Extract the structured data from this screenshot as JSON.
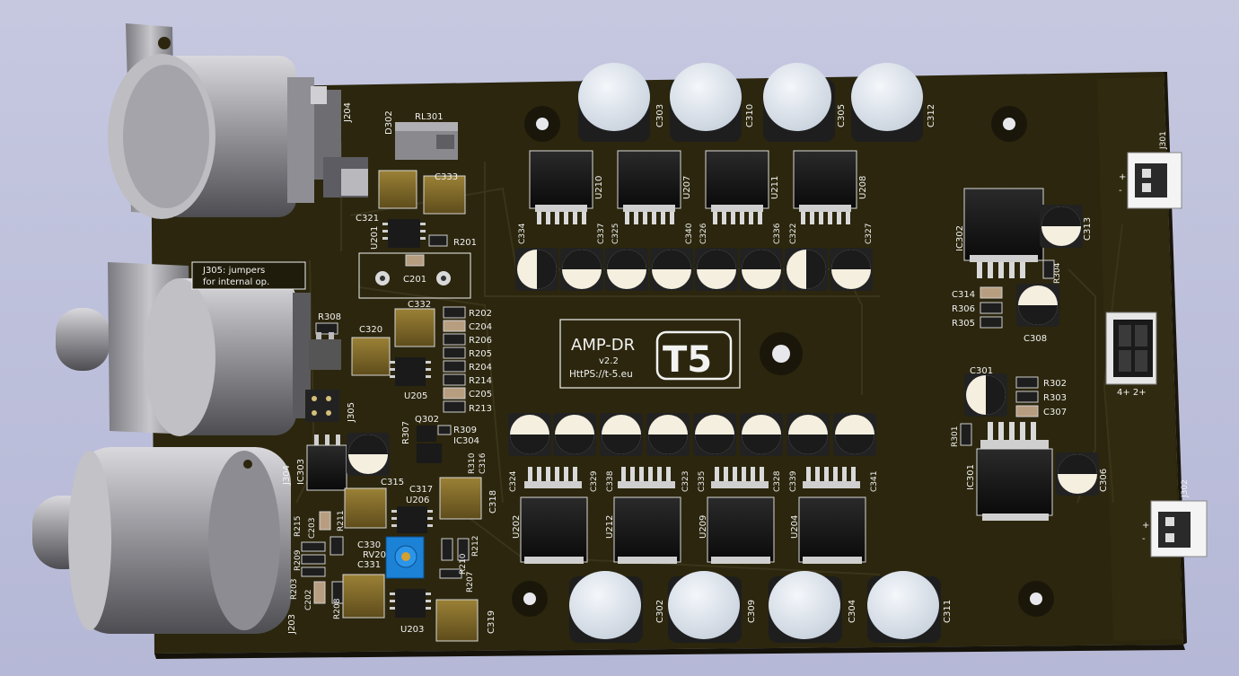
{
  "board": {
    "name": "AMP-DR",
    "version": "v2.2",
    "url": "HttPS://t-5.eu",
    "logo": "T5",
    "note_line1": "J305: jumpers",
    "note_line2": "for internal op.",
    "pin_legend": "4+ 2+",
    "conn_top_label": "J301",
    "conn_bottom_label": "J302"
  },
  "designators": {
    "big_caps_top": [
      "C303",
      "C310",
      "C305",
      "C312"
    ],
    "big_caps_bottom": [
      "C302",
      "C309",
      "C304",
      "C311"
    ],
    "ics_top": [
      "U210",
      "U207",
      "U211",
      "U208"
    ],
    "ics_bottom": [
      "U202",
      "U212",
      "U209",
      "U204"
    ],
    "caps_top_row": [
      "C334",
      "C337",
      "C325",
      "C340",
      "C326",
      "C336",
      "C322",
      "C327"
    ],
    "caps_bottom_row": [
      "C324",
      "C329",
      "C338",
      "C323",
      "C335",
      "C328",
      "C339",
      "C341"
    ],
    "resistor_stack": [
      "R202",
      "C204",
      "R206",
      "R205",
      "R204",
      "R214",
      "C205",
      "R213"
    ],
    "misc": {
      "j204": "J204",
      "d302": "D302",
      "rl301": "RL301",
      "c333": "C333",
      "c321": "C321",
      "u201": "U201",
      "r201": "R201",
      "c201": "C201",
      "r308": "R308",
      "c320": "C320",
      "c332": "C332",
      "u205": "U205",
      "j305": "J305",
      "q302": "Q302",
      "r307": "R307",
      "r309": "R309",
      "ic304": "IC304",
      "r310": "R310",
      "c316": "C316",
      "c317": "C317",
      "j304": "J304",
      "ic303": "IC303",
      "c315": "C315",
      "u206": "U206",
      "c318": "C318",
      "c203": "C203",
      "r211": "R211",
      "r215": "R215",
      "r209": "R209",
      "c330": "C330",
      "rv201": "RV201",
      "c331": "C331",
      "r210": "R210",
      "r212": "R212",
      "r207": "R207",
      "r203": "R203",
      "c202": "C202",
      "r208": "R208",
      "u203": "U203",
      "c319": "C319",
      "j203": "J203",
      "ic302": "IC302",
      "c313": "C313",
      "c314": "C314",
      "r304": "R304",
      "r306": "R306",
      "r305": "R305",
      "c308": "C308",
      "c301": "C301",
      "r302": "R302",
      "r303": "R303",
      "c307": "C307",
      "r301": "R301",
      "ic301": "IC301",
      "c306": "C306"
    }
  },
  "colors": {
    "board": "#2b260d",
    "silk": "#f2f2f2",
    "smd_cap": "#7a6526",
    "trimmer": "#1c82d6",
    "metal": "#9e9ea4"
  }
}
